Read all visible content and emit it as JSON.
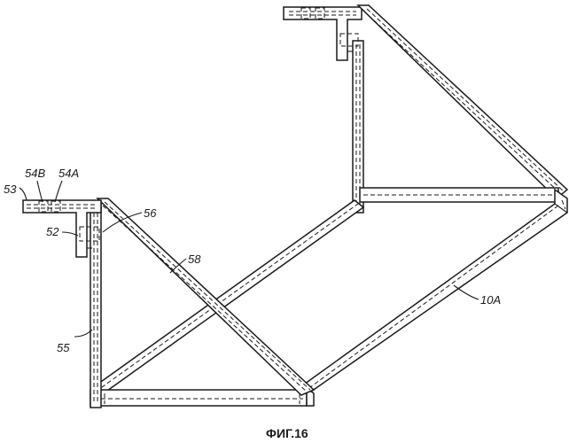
{
  "figure": {
    "caption": "ФИГ.16",
    "labels": {
      "l53": "53",
      "l54b": "54B",
      "l54a": "54A",
      "l52": "52",
      "l56": "56",
      "l58": "58",
      "l55": "55",
      "l10a": "10A"
    }
  }
}
